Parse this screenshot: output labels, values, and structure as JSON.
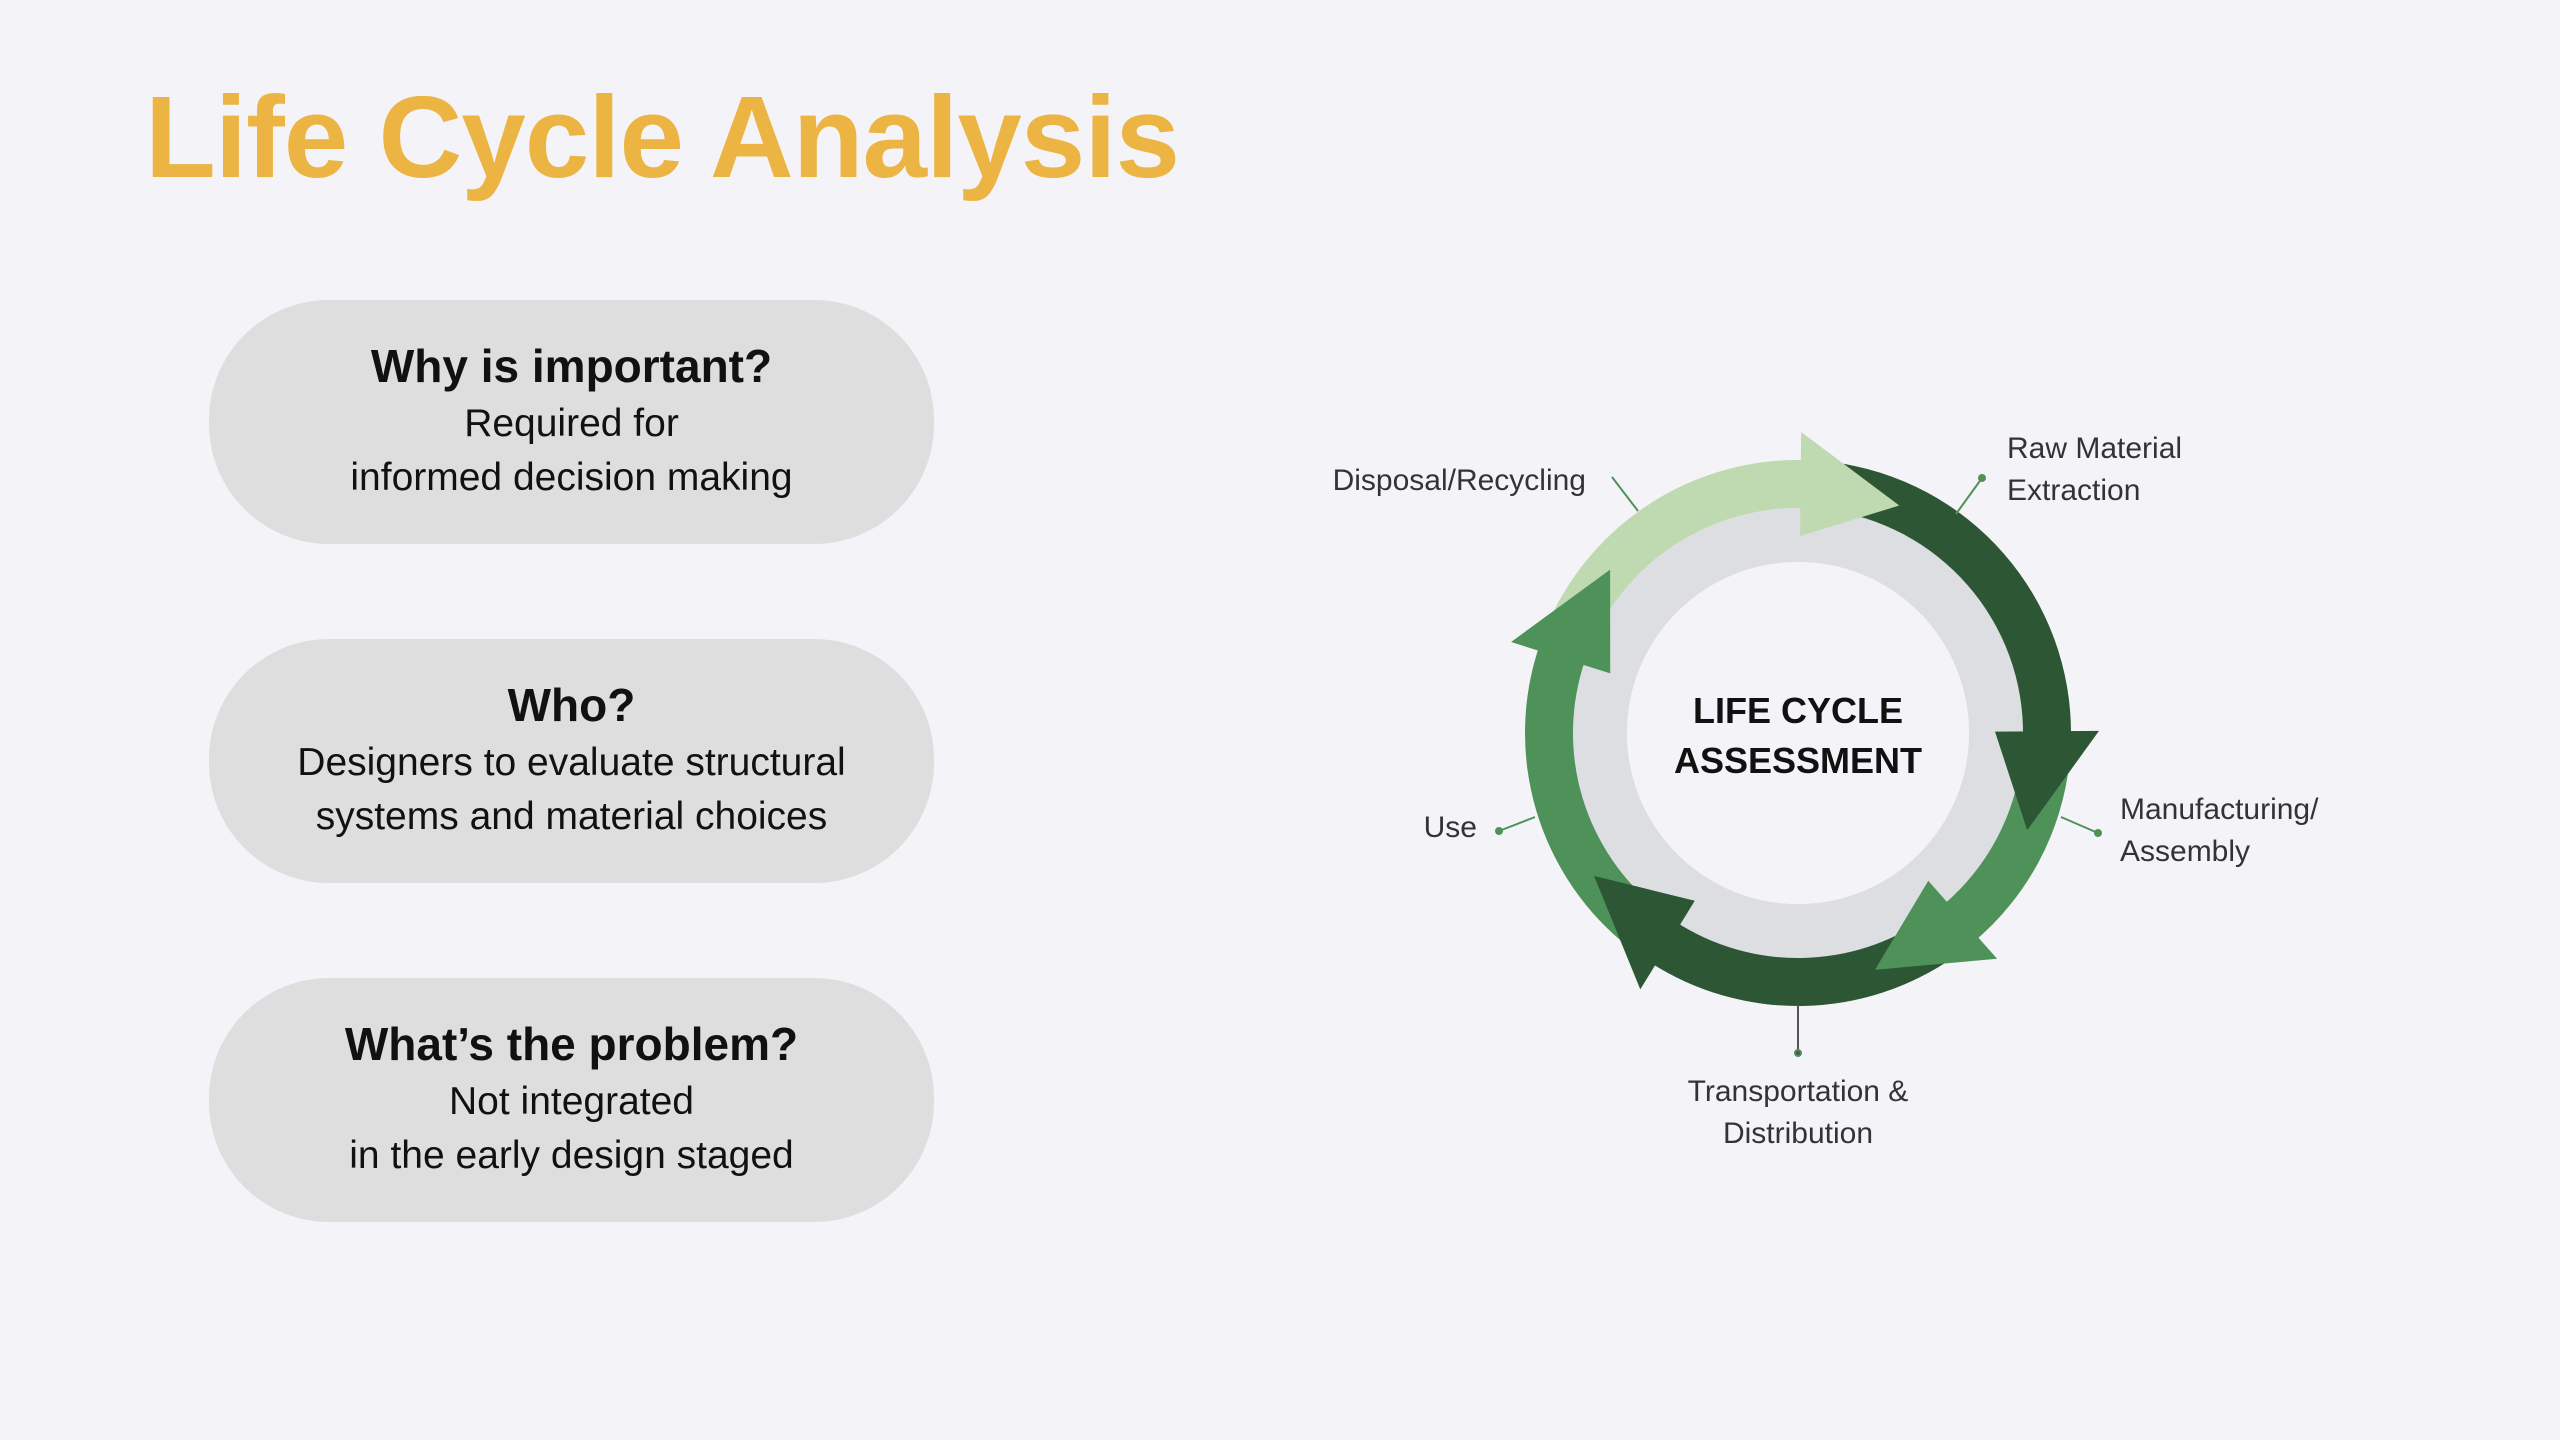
{
  "title": "Life Cycle Analysis",
  "cards": [
    {
      "heading": "Why is important?",
      "line1": "Required for",
      "line2": "informed decision making"
    },
    {
      "heading": "Who?",
      "line1": "Designers to evaluate structural",
      "line2": "systems and material choices"
    },
    {
      "heading": "What’s the problem?",
      "line1": "Not integrated",
      "line2": "in the early design staged"
    }
  ],
  "diagram": {
    "center_line1": "LIFE CYCLE",
    "center_line2": "ASSESSMENT",
    "stages": {
      "raw_1": "Raw Material",
      "raw_2": "Extraction",
      "manuf_1": "Manufacturing/",
      "manuf_2": "Assembly",
      "transport_1": "Transportation &",
      "transport_2": "Distribution",
      "use": "Use",
      "disposal": "Disposal/Recycling"
    },
    "colors": {
      "dark": "#2D5734",
      "mid": "#4E925A",
      "light": "#BFD9B0",
      "ring": "#DDDEE2"
    },
    "segments": [
      {
        "stage": "raw-material-extraction",
        "color": "dark",
        "start": 11,
        "end": 100
      },
      {
        "stage": "manufacturing-assembly",
        "color": "mid",
        "start": 100,
        "end": 149
      },
      {
        "stage": "transportation-distribution",
        "color": "dark",
        "start": 149,
        "end": 222
      },
      {
        "stage": "use",
        "color": "mid",
        "start": 222,
        "end": 298
      },
      {
        "stage": "disposal-recycling",
        "color": "light",
        "start": 298,
        "end": 371
      }
    ]
  }
}
